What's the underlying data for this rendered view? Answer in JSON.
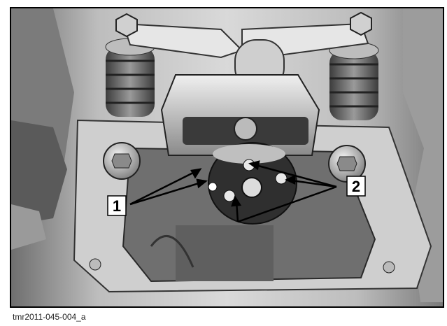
{
  "figure": {
    "callouts": [
      {
        "id": "1",
        "label": "1"
      },
      {
        "id": "2",
        "label": "2"
      }
    ],
    "caption": "tmr2011-045-004_a"
  },
  "colors": {
    "frame": "#000000",
    "metal_dark": "#4a4a4a",
    "metal_mid": "#8c8c8c",
    "metal_light": "#d6d6d6",
    "label_bg": "#ffffff"
  }
}
